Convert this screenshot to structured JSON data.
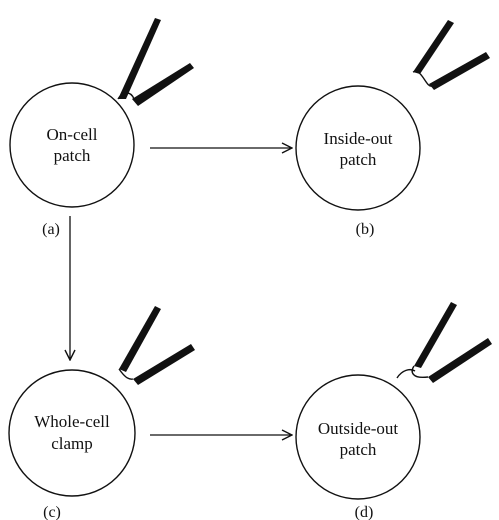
{
  "cells": {
    "a": {
      "line1": "On-cell",
      "line2": "patch",
      "tag": "(a)"
    },
    "b": {
      "line1": "Inside-out",
      "line2": "patch",
      "tag": "(b)"
    },
    "c": {
      "line1": "Whole-cell",
      "line2": "clamp",
      "tag": "(c)"
    },
    "d": {
      "line1": "Outside-out",
      "line2": "patch",
      "tag": "(d)"
    }
  },
  "colors": {
    "ink": "#111111",
    "cell_fill": "#ffffff"
  },
  "icons": {
    "pipette": "pipette-icon",
    "arrow": "arrow-right-icon"
  }
}
